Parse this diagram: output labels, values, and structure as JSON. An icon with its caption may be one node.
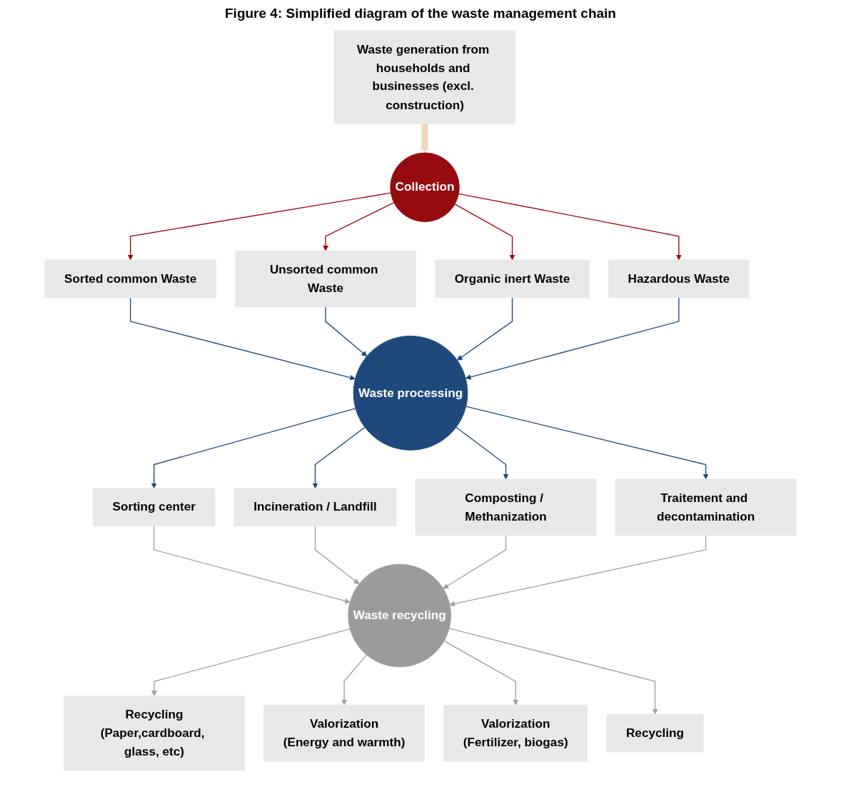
{
  "diagram": {
    "title": "Figure 4: Simplified diagram of the waste management chain",
    "nodes": [
      {
        "text": [
          "Waste generation from households and businesses (excl. construction)"
        ]
      },
      {
        "text": [
          "Collection"
        ]
      },
      {
        "text": [
          "Sorted common Waste"
        ]
      },
      {
        "text": [
          "Unsorted common Waste"
        ]
      },
      {
        "text": [
          "Organic inert Waste"
        ]
      },
      {
        "text": [
          "Hazardous Waste"
        ]
      },
      {
        "text": [
          "Waste processing"
        ]
      },
      {
        "text": [
          "Sorting center"
        ]
      },
      {
        "text": [
          "Incineration / Landfill"
        ]
      },
      {
        "text": [
          "Composting / Methanization"
        ]
      },
      {
        "text": [
          "Traitement and decontamination"
        ]
      },
      {
        "text": [
          "Waste recycling"
        ]
      },
      {
        "text": [
          "Recycling",
          "(Paper,cardboard, glass, etc)"
        ]
      },
      {
        "text": [
          "Valorization",
          "(Energy and warmth)"
        ]
      },
      {
        "text": [
          "Valorization",
          "(Fertilizer, biogas)"
        ]
      },
      {
        "text": [
          "Recycling"
        ]
      }
    ],
    "edges": [
      {
        "from": 0,
        "to": 1,
        "arrow": "to",
        "style": "thick",
        "color": "#f2d6b8"
      },
      {
        "from": 1,
        "to": 2,
        "arrow": "to",
        "color": "#9b0a10"
      },
      {
        "from": 1,
        "to": 3,
        "arrow": "to",
        "color": "#9b0a10"
      },
      {
        "from": 1,
        "to": 4,
        "arrow": "to",
        "color": "#9b0a10"
      },
      {
        "from": 1,
        "to": 5,
        "arrow": "to",
        "color": "#9b0a10"
      },
      {
        "from": 2,
        "to": 6,
        "arrow": "to",
        "color": "#1f497d"
      },
      {
        "from": 3,
        "to": 6,
        "arrow": "to",
        "color": "#1f497d"
      },
      {
        "from": 4,
        "to": 6,
        "arrow": "to",
        "color": "#1f497d"
      },
      {
        "from": 5,
        "to": 6,
        "arrow": "to",
        "color": "#1f497d"
      },
      {
        "from": 6,
        "to": 7,
        "arrow": "to",
        "color": "#1f497d"
      },
      {
        "from": 6,
        "to": 8,
        "arrow": "to",
        "color": "#1f497d"
      },
      {
        "from": 6,
        "to": 9,
        "arrow": "to",
        "color": "#1f497d"
      },
      {
        "from": 6,
        "to": 10,
        "arrow": "to",
        "color": "#1f497d"
      },
      {
        "from": 7,
        "to": 11,
        "arrow": "to",
        "color": "#a0a0a0"
      },
      {
        "from": 8,
        "to": 11,
        "arrow": "to",
        "color": "#a0a0a0"
      },
      {
        "from": 9,
        "to": 11,
        "arrow": "to",
        "color": "#a0a0a0"
      },
      {
        "from": 10,
        "to": 11,
        "arrow": "to",
        "color": "#a0a0a0"
      },
      {
        "from": 11,
        "to": 12,
        "arrow": "to",
        "color": "#a0a0a0"
      },
      {
        "from": 11,
        "to": 13,
        "arrow": "to",
        "color": "#a0a0a0"
      },
      {
        "from": 11,
        "to": 14,
        "arrow": "to",
        "color": "#a0a0a0"
      },
      {
        "from": 11,
        "to": 15,
        "arrow": "to",
        "color": "#a0a0a0"
      }
    ]
  }
}
